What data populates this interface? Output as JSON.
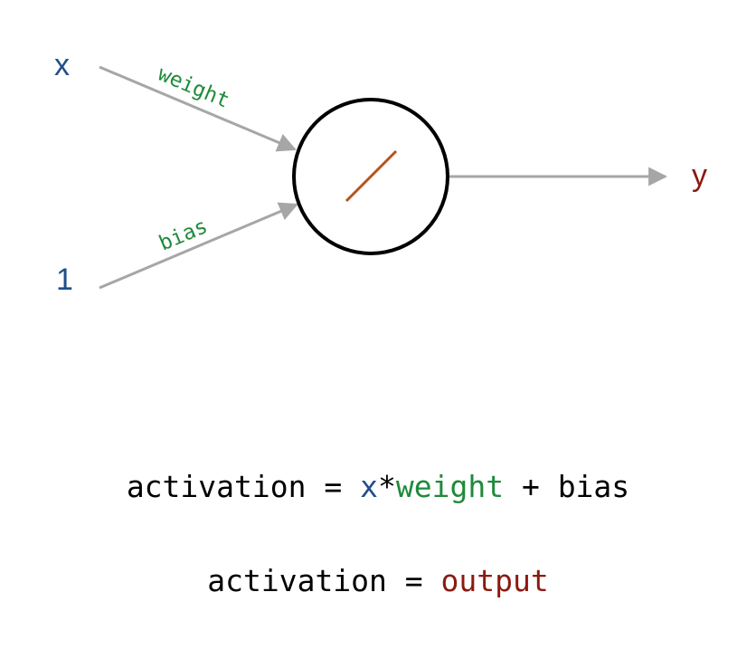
{
  "colors": {
    "input": "#1f4e8c",
    "weight": "#1f8a3b",
    "output": "#8b1a10",
    "arrow": "#a6a6a6",
    "activation_line": "#b5521b",
    "neuron_stroke": "#000000",
    "text": "#000000"
  },
  "inputs": {
    "x_label": "x",
    "one_label": "1"
  },
  "edges": {
    "weight_label": "weight",
    "bias_label": "bias"
  },
  "output": {
    "y_label": "y"
  },
  "formula_1": {
    "lhs": "activation",
    "eq": " = ",
    "x": "x",
    "times": "*",
    "weight": "weight",
    "plus": " + ",
    "bias": "bias"
  },
  "formula_2": {
    "lhs": "activation",
    "eq": " = ",
    "output": "output"
  }
}
